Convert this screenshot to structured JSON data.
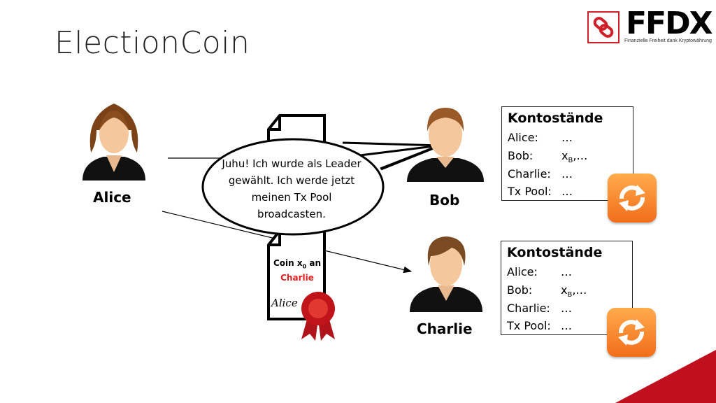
{
  "title": "ElectionCoin",
  "logo": {
    "text": "FFDX",
    "subtitle": "Finanzielle Freiheit dank Kryptowährung"
  },
  "people": {
    "alice": "Alice",
    "bob": "Bob",
    "charlie": "Charlie"
  },
  "speech": "Juhu! Ich wurde als Leader gewählt. Ich werde jetzt meinen Tx Pool broadcasten.",
  "document": {
    "line1": "Coin x",
    "subscript": "0",
    "line1_end": " an",
    "recipient": "Charlie",
    "signature": "Alice"
  },
  "balances_bob": {
    "heading": "Kontostände",
    "rows": [
      {
        "label": "Alice:",
        "value": "…"
      },
      {
        "label": "Bob:",
        "value": "x",
        "sub": "B",
        "rest": ",…"
      },
      {
        "label": "Charlie:",
        "value": "…"
      },
      {
        "label": "Tx Pool:",
        "value": "…"
      }
    ]
  },
  "balances_charlie": {
    "heading": "Kontostände",
    "rows": [
      {
        "label": "Alice:",
        "value": "…"
      },
      {
        "label": "Bob:",
        "value": "x",
        "sub": "B",
        "rest": ",…"
      },
      {
        "label": "Charlie:",
        "value": "…"
      },
      {
        "label": "Tx Pool:",
        "value": "…"
      }
    ]
  },
  "icons": [
    "sync-icon",
    "person-icon",
    "document-icon",
    "wax-seal-icon",
    "chain-link-icon"
  ],
  "colors": {
    "sync_orange": "#f58a2a",
    "recipient_red": "#e02020",
    "logo_red": "#d0202a",
    "corner_red": "#c01020"
  }
}
